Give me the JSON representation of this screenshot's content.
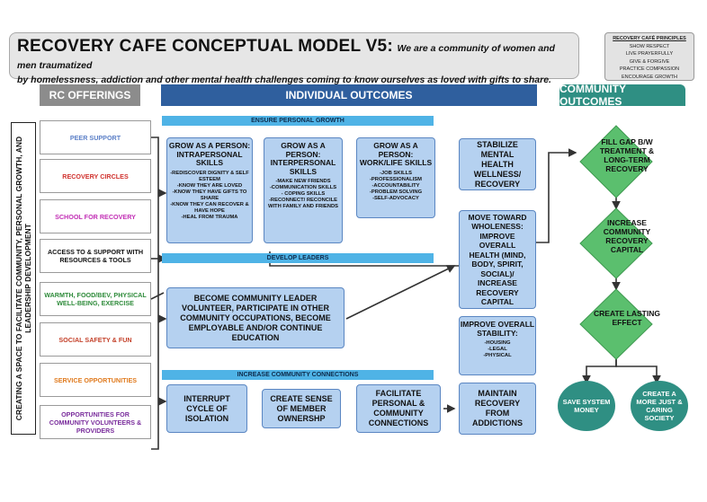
{
  "title": {
    "main": "RECOVERY CAFE CONCEPTUAL MODEL V5:",
    "sub": "We are a community of women and men traumatized",
    "line2": "by homelessness, addiction and other mental health challenges coming to know ourselves as loved with gifts to share."
  },
  "principles": {
    "heading": "RECOVERY CAFÉ PRINCIPLES",
    "items": [
      "SHOW RESPECT",
      "LIVE PRAYERFULLY",
      "GIVE & FORGIVE",
      "PRACTICE COMPASSION",
      "ENCOURAGE GROWTH"
    ]
  },
  "headers": {
    "rc": "RC OFFERINGS",
    "individual": "INDIVIDUAL OUTCOMES",
    "community": "COMMUNITY OUTCOMES"
  },
  "side_label": "CREATING A SPACE TO FACILITATE COMMUNITY, PERSONAL GROWTH, AND LEADERSHIP DEVELOPMENT",
  "offerings": [
    {
      "label": "PEER SUPPORT",
      "color": "#5b7fc7"
    },
    {
      "label": "RECOVERY CIRCLES",
      "color": "#d0312d"
    },
    {
      "label": "SCHOOL FOR RECOVERY",
      "color": "#c22fb5"
    },
    {
      "label": "ACCESS TO & SUPPORT WITH RESOURCES & TOOLS",
      "color": "#111111"
    },
    {
      "label": "WARMTH, FOOD/BEV, PHYSICAL WELL-BEING, EXERCISE",
      "color": "#2e8b3a"
    },
    {
      "label": "SOCIAL SAFETY & FUN",
      "color": "#c4412a"
    },
    {
      "label": "SERVICE OPPORTUNITIES",
      "color": "#e07b1f"
    },
    {
      "label": "OPPORTUNITIES FOR COMMUNITY VOLUNTEERS & PROVIDERS",
      "color": "#7a2d9c"
    }
  ],
  "bars": {
    "growth": "ENSURE PERSONAL GROWTH",
    "leaders": "DEVELOP LEADERS",
    "connections": "INCREASE COMMUNITY CONNECTIONS"
  },
  "growth_boxes": [
    {
      "title": "GROW AS A PERSON: INTRAPERSONAL SKILLS",
      "items": [
        "-REDISCOVER DIGNITY & SELF ESTEEM",
        "-KNOW THEY ARE LOVED",
        "-KNOW THEY HAVE GIFTS TO SHARE",
        "-KNOW THEY CAN RECOVER & HAVE HOPE",
        "-HEAL FROM TRAUMA"
      ]
    },
    {
      "title": "GROW AS A PERSON: INTERPERSONAL SKILLS",
      "items": [
        "-MAKE NEW FRIENDS",
        "-COMMUNICATION SKILLS",
        "- COPING SKILLS",
        "-RECONNECT/ RECONCILE WITH FAMILY AND FRIENDS"
      ]
    },
    {
      "title": "GROW AS A PERSON: WORK/LIFE SKILLS",
      "items": [
        "-JOB SKILLS",
        "-PROFESSIONALISM",
        "-ACCOUNTABILITY",
        "-PROBLEM SOLVING",
        "-SELF-ADVOCACY"
      ]
    }
  ],
  "leader_box": "BECOME COMMUNITY LEADER VOLUNTEER, PARTICIPATE IN OTHER COMMUNITY OCCUPATIONS, BECOME EMPLOYABLE AND/OR CONTINUE EDUCATION",
  "connection_boxes": [
    "INTERRUPT CYCLE OF ISOLATION",
    "CREATE SENSE OF MEMBER OWNERSHP",
    "FACILITATE PERSONAL & COMMUNITY CONNECTIONS"
  ],
  "right_boxes": [
    {
      "title": "STABILIZE MENTAL HEALTH WELLNESS/ RECOVERY",
      "items": []
    },
    {
      "title": "MOVE TOWARD WHOLENESS: IMPROVE OVERALL HEALTH (MIND, BODY, SPIRIT, SOCIAL)/ INCREASE RECOVERY CAPITAL",
      "items": []
    },
    {
      "title": "IMPROVE OVERALL STABILITY:",
      "items": [
        "-HOUSING",
        "-LEGAL",
        "-PHYSICAL"
      ]
    },
    {
      "title": "MAINTAIN RECOVERY FROM ADDICTIONS",
      "items": []
    }
  ],
  "community": {
    "diamonds": [
      "FILL GAP B/W TREATMENT & LONG-TERM RECOVERY",
      "INCREASE COMMUNITY RECOVERY CAPITAL",
      "CREATE LASTING EFFECT"
    ],
    "circles": [
      "SAVE SYSTEM MONEY",
      "CREATE A MORE JUST & CARING SOCIETY"
    ],
    "diamond_color": "#5bbf6e",
    "circle_color": "#2f8f83"
  }
}
